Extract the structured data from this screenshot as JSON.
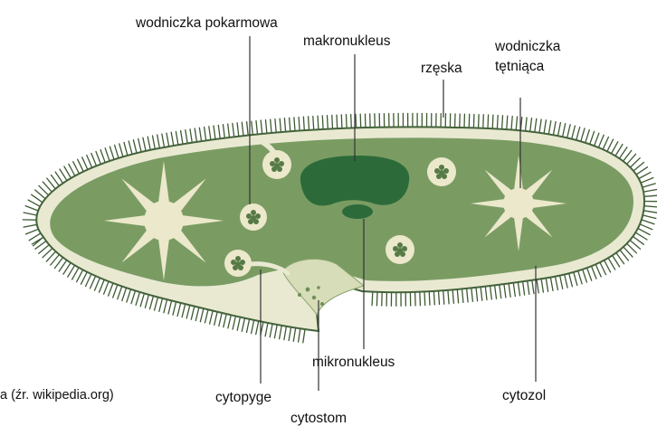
{
  "labels": {
    "food_vacuole": "wodniczka pokarmowa",
    "macronucleus": "makronukleus",
    "cilium": "rzęska",
    "contractile_vacuole_line1": "wodniczka",
    "contractile_vacuole_line2": "tętniąca",
    "micronucleus": "mikronukleus",
    "cytoproct": "cytopyge",
    "cytostome": "cytostom",
    "cytosol": "cytozol"
  },
  "source_note": "a (źr. wikipedia.org)",
  "colors": {
    "cytoplasm": "#7a9c63",
    "cytoplasm_dark": "#567a46",
    "pellicle": "#e9e9d2",
    "cilia": "#3e5a32",
    "nucleus": "#2d6a3a",
    "vacuole": "#ece8cb",
    "leader_line": "#333333"
  }
}
